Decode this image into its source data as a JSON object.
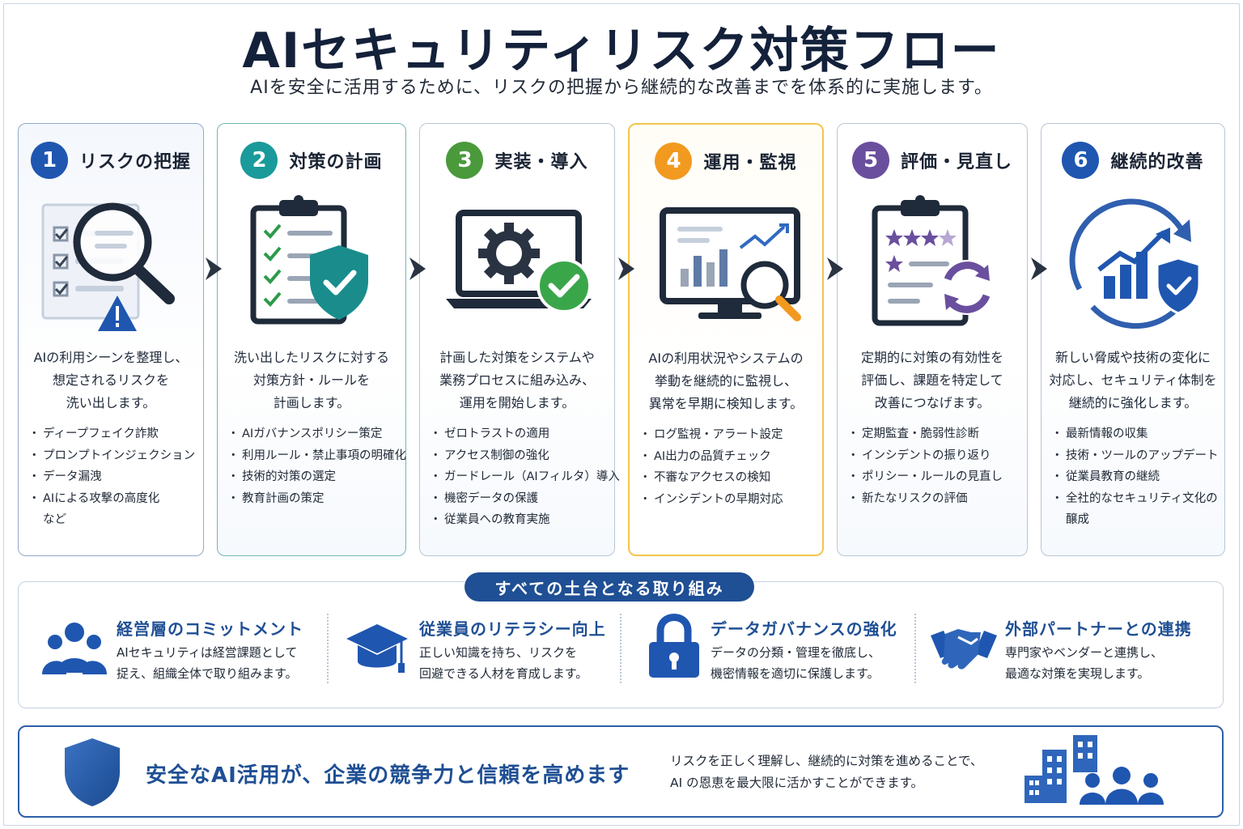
{
  "header": {
    "title": "AIセキュリティリスク対策フロー",
    "subtitle": "AIを安全に活用するために、リスクの把握から継続的な改善までを体系的に実施します。"
  },
  "colors": {
    "step1": "#1f56b0",
    "step2": "#1a9a9a",
    "step3": "#4a9a3c",
    "step4": "#f29a1f",
    "step5": "#6a4f9e",
    "step6": "#1f56b0",
    "navy": "#1f4f94",
    "green_check": "#3aa64a",
    "teal_shield": "#1a8c8c"
  },
  "steps": [
    {
      "number": "1",
      "title": "リスクの把握",
      "icon": "magnifier-checklist-warning-icon",
      "description": [
        "AIの利用シーンを整理し、",
        "想定されるリスクを",
        "洗い出します。"
      ],
      "bullets": [
        "ディープフェイク詐欺",
        "プロンプトインジェクション",
        "データ漏洩",
        "AIによる攻撃の高度化"
      ],
      "bullets_tail": "など"
    },
    {
      "number": "2",
      "title": "対策の計画",
      "icon": "clipboard-shield-icon",
      "description": [
        "洗い出したリスクに対する",
        "対策方針・ルールを",
        "計画します。"
      ],
      "bullets": [
        "AIガバナンスポリシー策定",
        "利用ルール・禁止事項の明確化",
        "技術的対策の選定",
        "教育計画の策定"
      ]
    },
    {
      "number": "3",
      "title": "実装・導入",
      "icon": "laptop-gear-check-icon",
      "description": [
        "計画した対策をシステムや",
        "業務プロセスに組み込み、",
        "運用を開始します。"
      ],
      "bullets": [
        "ゼロトラストの適用",
        "アクセス制御の強化",
        "ガードレール（AIフィルタ）導入",
        "機密データの保護",
        "従業員への教育実施"
      ]
    },
    {
      "number": "4",
      "title": "運用・監視",
      "icon": "monitor-dashboard-magnifier-icon",
      "description": [
        "AIの利用状況やシステムの",
        "挙動を継続的に監視し、",
        "異常を早期に検知します。"
      ],
      "bullets": [
        "ログ監視・アラート設定",
        "AI出力の品質チェック",
        "不審なアクセスの検知",
        "インシデントの早期対応"
      ]
    },
    {
      "number": "5",
      "title": "評価・見直し",
      "icon": "clipboard-stars-refresh-icon",
      "description": [
        "定期的に対策の有効性を",
        "評価し、課題を特定して",
        "改善につなげます。"
      ],
      "bullets": [
        "定期監査・脆弱性診断",
        "インシデントの振り返り",
        "ポリシー・ルールの見直し",
        "新たなリスクの評価"
      ]
    },
    {
      "number": "6",
      "title": "継続的改善",
      "icon": "growth-cycle-shield-icon",
      "description": [
        "新しい脅威や技術の変化に",
        "対応し、セキュリティ体制を",
        "継続的に強化します。"
      ],
      "bullets": [
        "最新情報の収集",
        "技術・ツールのアップデート",
        "従業員教育の継続",
        "全社的なセキュリティ文化の"
      ],
      "bullets_tail": "醸成"
    }
  ],
  "foundation": {
    "label": "すべての土台となる取り組み",
    "items": [
      {
        "title": "経営層のコミットメント",
        "icon": "people-group-icon",
        "description": [
          "AIセキュリティは経営課題として",
          "捉え、組織全体で取り組みます。"
        ]
      },
      {
        "title": "従業員のリテラシー向上",
        "icon": "graduation-cap-icon",
        "description": [
          "正しい知識を持ち、リスクを",
          "回避できる人材を育成します。"
        ]
      },
      {
        "title": "データガバナンスの強化",
        "icon": "padlock-icon",
        "description": [
          "データの分類・管理を徹底し、",
          "機密情報を適切に保護します。"
        ]
      },
      {
        "title": "外部パートナーとの連携",
        "icon": "handshake-icon",
        "description": [
          "専門家やベンダーと連携し、",
          "最適な対策を実現します。"
        ]
      }
    ]
  },
  "banner": {
    "icon": "shield-icon",
    "main": "安全なAI活用が、企業の競争力と信頼を高めます",
    "sub": [
      "リスクを正しく理解し、継続的に対策を進めることで、",
      "AI の恩恵を最大限に活かすことができます。"
    ],
    "illustration": "buildings-people-icon"
  }
}
